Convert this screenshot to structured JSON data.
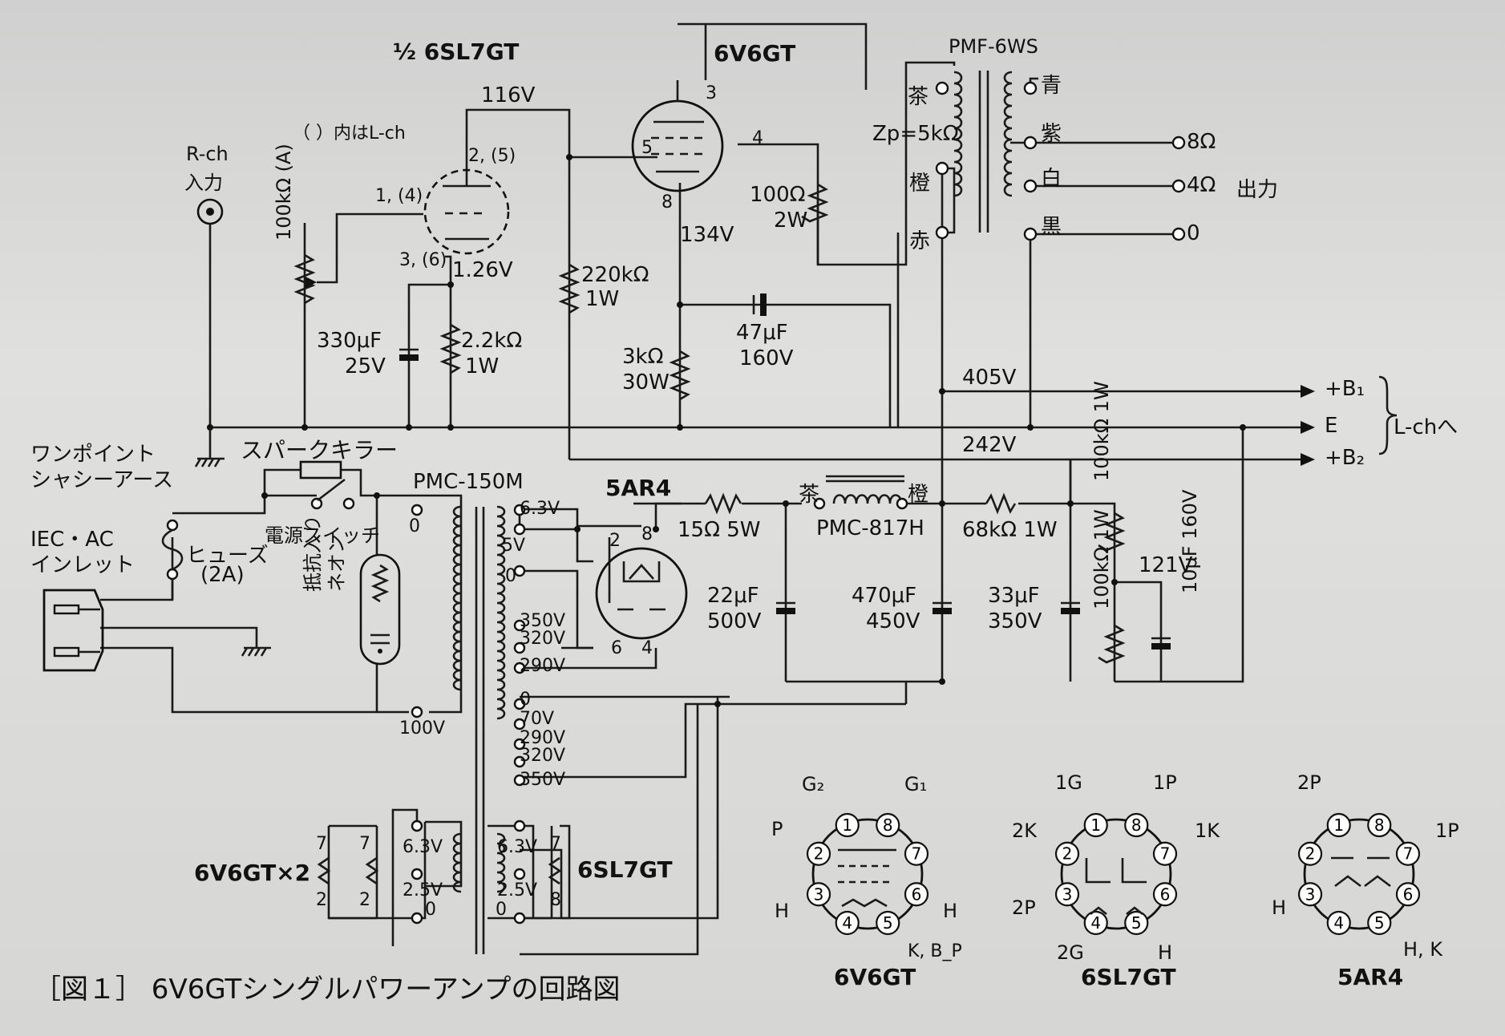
{
  "figure": {
    "caption": "［図１］ 6V6GTシングルパワーアンプの回路図",
    "tubes": {
      "pre": "½ 6SL7GT",
      "power": "6V6GT",
      "rect": "5AR4"
    },
    "note_lch": "（ ）内はL-ch",
    "input": {
      "l1": "R-ch",
      "l2": "入力"
    },
    "pot": "100kΩ (A)",
    "pins_pre": {
      "grid": "1, (4)",
      "plate": "2, (5)",
      "cath": "3, (6)"
    },
    "pins_pow": {
      "p3": "3",
      "p4": "4",
      "p5": "5",
      "p8": "8"
    },
    "volts": {
      "v116": "116V",
      "v126": "1.26V",
      "v134": "134V",
      "v405": "405V",
      "v242": "242V",
      "v121": "121V"
    },
    "parts": {
      "c330a": "330μF",
      "c330b": "25V",
      "r22a": "2.2kΩ",
      "r22b": "1W",
      "r220a": "220kΩ",
      "r220b": "1W",
      "r3ka": "3kΩ",
      "r3kb": "30W",
      "c47a": "47μF",
      "c47b": "160V",
      "r100a": "100Ω",
      "r100b": "2W",
      "r15": "15Ω  5W",
      "c22a": "22μF",
      "c22b": "500V",
      "c470a": "470μF",
      "c470b": "450V",
      "r68": "68kΩ  1W",
      "c33a": "33μF",
      "c33b": "350V",
      "r100k1": "100kΩ  1W",
      "r100k2": "100kΩ  1W",
      "c10": "10μF 160V"
    },
    "otrans": {
      "name": "PMF-6WS",
      "zp": "Zp=5kΩ",
      "cha": "茶",
      "ora": "橙",
      "red": "赤",
      "blue": "青",
      "purple": "紫",
      "white": "白",
      "black": "黒",
      "o8": "8Ω",
      "o4": "4Ω",
      "o0": "0",
      "out": "出力"
    },
    "rails": {
      "b1": "+B₁",
      "e": "E",
      "b2": "+B₂",
      "lch": "L-chへ"
    },
    "ground": {
      "l1": "ワンポイント",
      "l2": "シャシーアース"
    },
    "spark": "スパークキラー",
    "power": {
      "iec1": "IEC・AC",
      "iec2": "インレット",
      "fuse1": "ヒューズ",
      "fuse2": "(2A)",
      "sw": "電源スイッチ",
      "neon1": "抵抗入り",
      "neon2": "ネオン"
    },
    "ptrans": {
      "name": "PMC-150M",
      "p0": "0",
      "p100": "100V",
      "s63": "6.3V",
      "s5": "5V",
      "s0a": "0",
      "s350a": "350V",
      "s320a": "320V",
      "s290a": "290V",
      "s0b": "0",
      "s70": "70V",
      "s290b": "290V",
      "s320b": "320V",
      "s350b": "350V",
      "h63a": "6.3V",
      "h25a": "2.5V",
      "h0a": "0",
      "h63b": "6.3V",
      "h25b": "2.5V",
      "h0b": "0"
    },
    "choke": {
      "name": "PMC-817H",
      "a": "茶",
      "b": "橙"
    },
    "rect_pins": {
      "p2": "2",
      "p8": "8",
      "p6": "6",
      "p4": "4"
    },
    "heaters": {
      "v6": "6V6GT×2",
      "sl7": "6SL7GT",
      "n7a": "7",
      "n7b": "7",
      "n2a": "2",
      "n2b": "2",
      "n7c": "7",
      "n8": "8"
    },
    "bases": {
      "b1": {
        "name": "6V6GT",
        "g2": "G₂",
        "g1": "G₁",
        "p": "P",
        "h1": "H",
        "h2": "H",
        "k": "K, B_P"
      },
      "b2": {
        "name": "6SL7GT",
        "g1": "1G",
        "p1": "1P",
        "k2": "2K",
        "k1": "1K",
        "p2": "2P",
        "g2": "2G",
        "h": "H"
      },
      "b3": {
        "name": "5AR4",
        "p2": "2P",
        "p1": "1P",
        "h": "H",
        "hk": "H, K"
      }
    }
  }
}
